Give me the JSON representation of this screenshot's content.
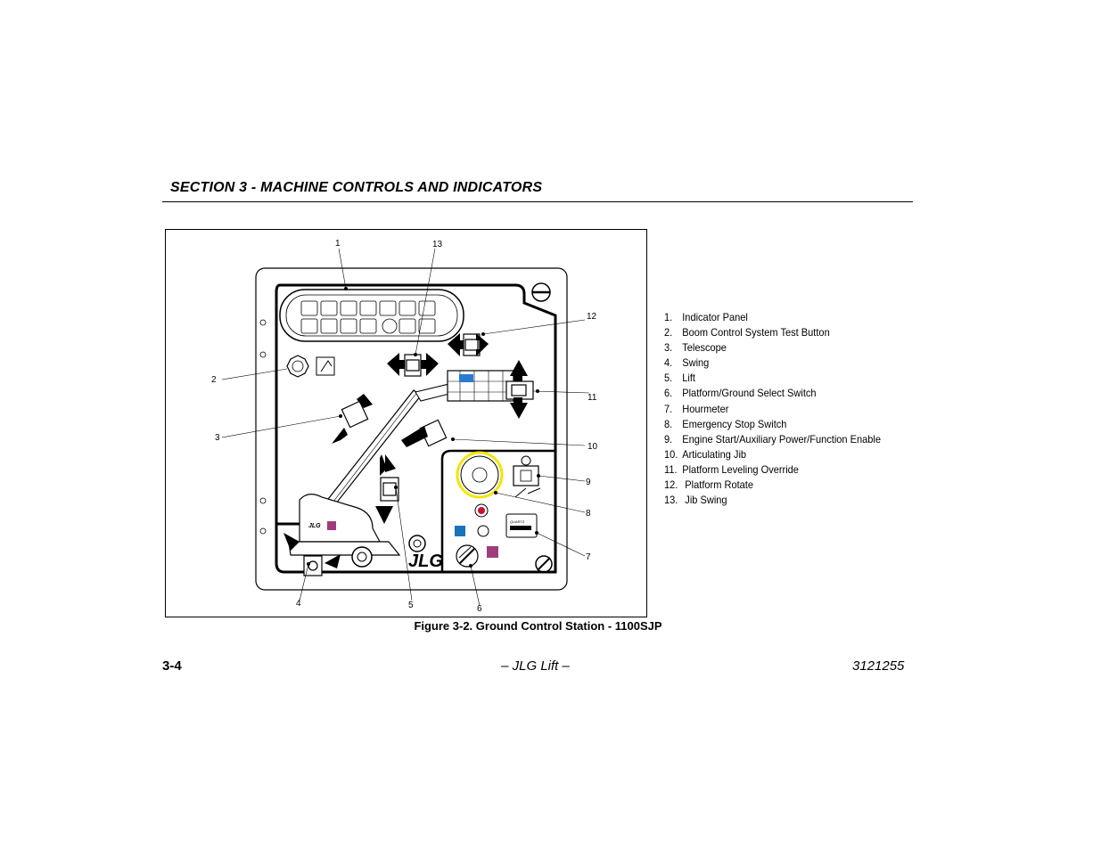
{
  "header": {
    "section_title": "SECTION 3 - MACHINE CONTROLS AND INDICATORS"
  },
  "figure": {
    "callouts": [
      "1",
      "13",
      "12",
      "2",
      "11",
      "3",
      "10",
      "9",
      "8",
      "7",
      "4",
      "5",
      "6"
    ],
    "logo_text": "JLG",
    "hourmeter_text": "QUARTZ",
    "caption": "Figure 3-2. Ground Control Station - 1100SJP"
  },
  "legend": [
    {
      "num": "1.",
      "label": "Indicator Panel"
    },
    {
      "num": "2.",
      "label": "Boom Control System Test Button"
    },
    {
      "num": "3.",
      "label": "Telescope"
    },
    {
      "num": "4.",
      "label": "Swing"
    },
    {
      "num": "5.",
      "label": "Lift"
    },
    {
      "num": "6.",
      "label": "Platform/Ground Select Switch"
    },
    {
      "num": "7.",
      "label": "Hourmeter"
    },
    {
      "num": "8.",
      "label": "Emergency Stop Switch"
    },
    {
      "num": "9.",
      "label": "Engine Start/Auxiliary Power/Function Enable"
    },
    {
      "num": "10.",
      "label": "Articulating Jib"
    },
    {
      "num": "11.",
      "label": "Platform Leveling Override"
    },
    {
      "num": "12.",
      "label": " Platform Rotate"
    },
    {
      "num": "13.",
      "label": " Jib Swing"
    }
  ],
  "footer": {
    "page": "3-4",
    "center": "– JLG Lift –",
    "doc_number": "3121255"
  },
  "colors": {
    "estop_ring": "#f3e500",
    "blue_indicator": "#1874b8",
    "purple_indicator": "#9e3d7e",
    "jib_blue": "#2a7bd0",
    "estop_red": "#c8102e"
  }
}
